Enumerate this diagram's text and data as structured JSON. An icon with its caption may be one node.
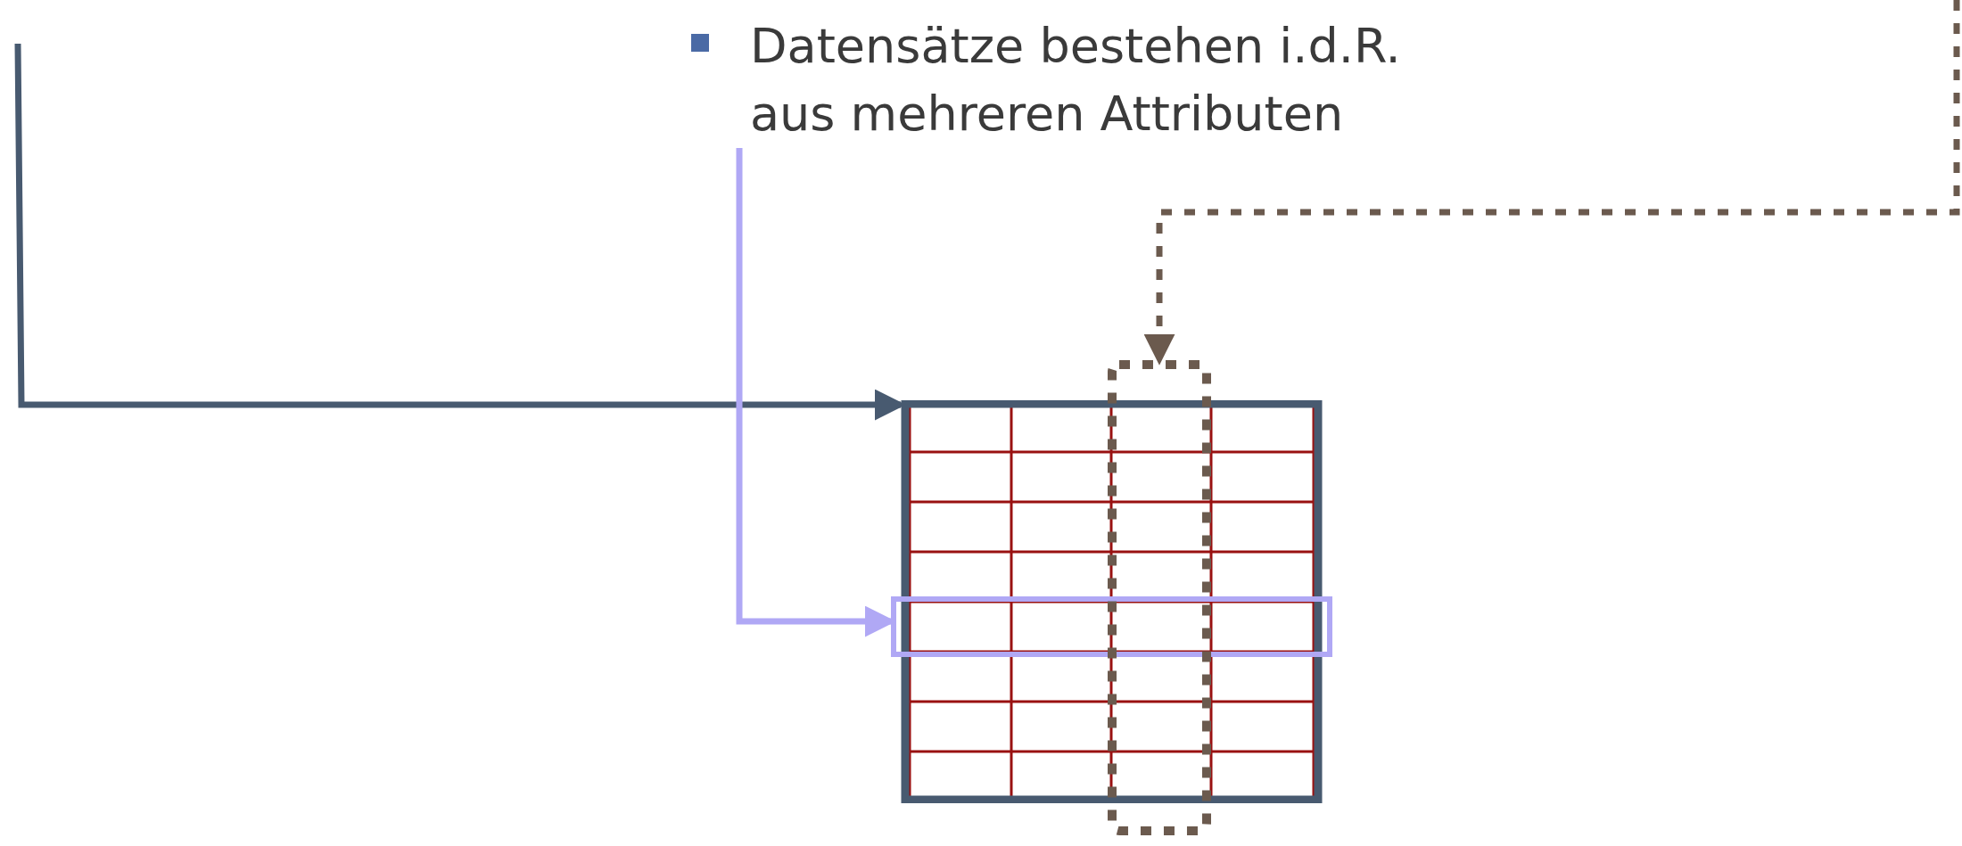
{
  "diagram": {
    "nodes": [
      {
        "text": [
          "Datensätze bestehen i.d.R. aus mehreren Attributen"
        ]
      },
      {
        "text": [],
        "shape": "box"
      },
      {
        "text": [],
        "shape": "box",
        "in": 1
      },
      {
        "text": [],
        "shape": "box",
        "in": 1
      }
    ],
    "edges": [
      {
        "from": null,
        "to": 1,
        "arrow": "to",
        "color": "#485a70"
      },
      {
        "from": 0,
        "to": 2,
        "arrow": "to",
        "color": "#b0a8f5"
      },
      {
        "from": null,
        "to": 3,
        "arrow": "to",
        "color": "#6b5a4e",
        "style": "dashed"
      }
    ]
  }
}
